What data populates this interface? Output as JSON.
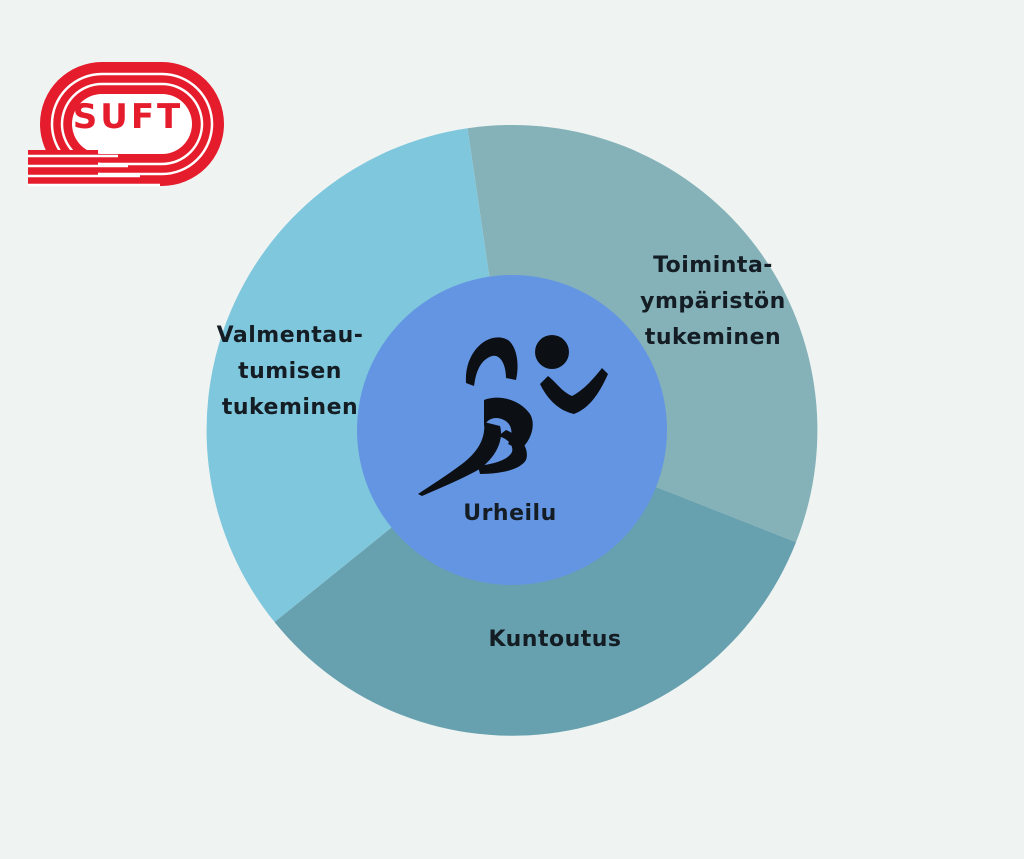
{
  "logo": {
    "text": "SUFT",
    "color": "#e51c2c"
  },
  "diagram": {
    "center": {
      "label": "Urheilu",
      "color": "#6495e3",
      "icon": "runner-icon"
    },
    "segments": [
      {
        "id": "valmentautuminen",
        "label": "Valmentau-\ntumisen\ntukeminen",
        "color": "#7fc7dd"
      },
      {
        "id": "toimintaymparisto",
        "label": "Toiminta-\nympäristön\ntukeminen",
        "color": "#84b2b8"
      },
      {
        "id": "kuntoutus",
        "label": "Kuntoutus",
        "color": "#67a0ae"
      }
    ]
  }
}
